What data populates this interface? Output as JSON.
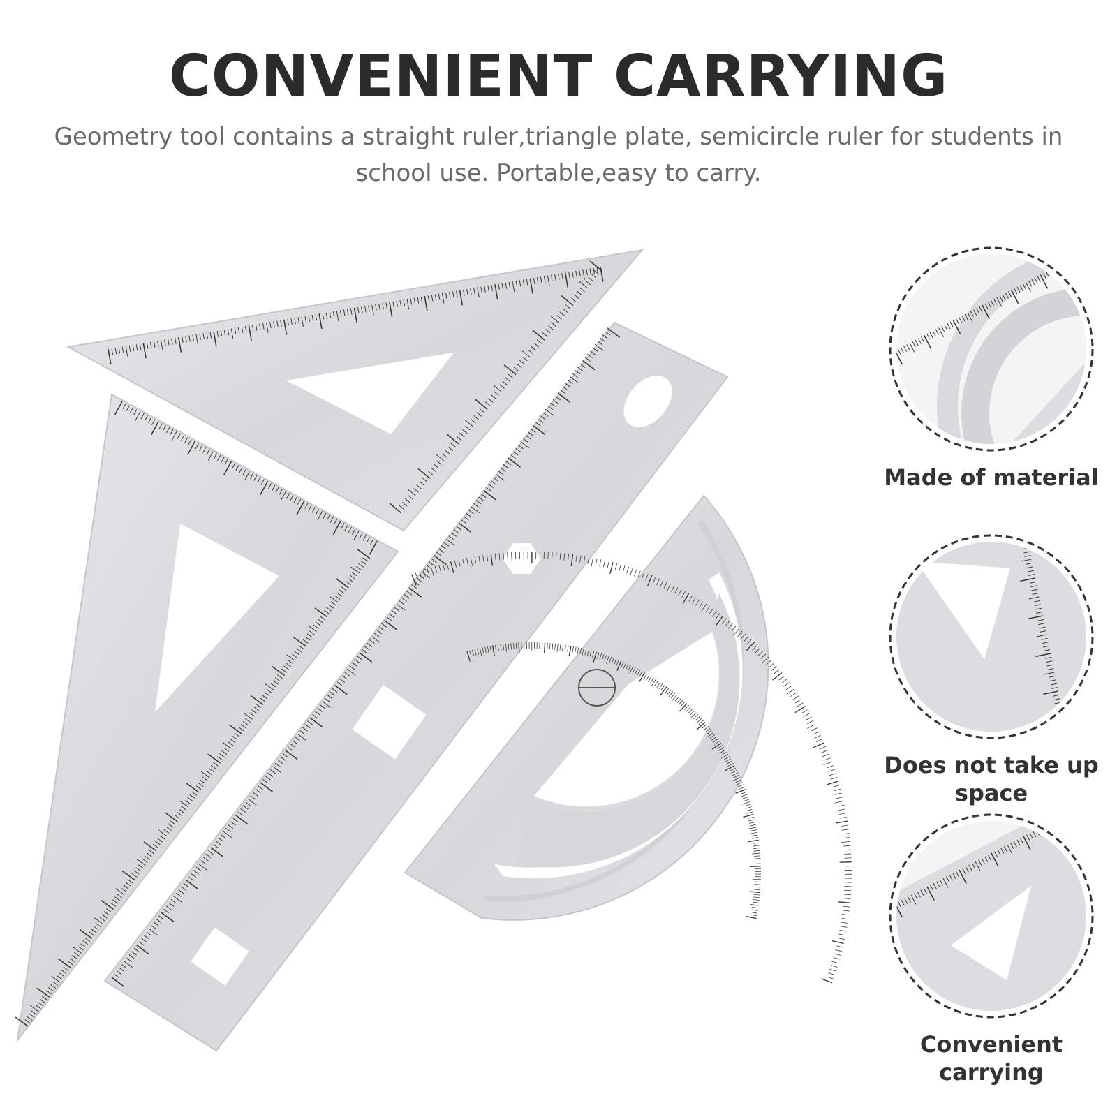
{
  "headline": "CONVENIENT CARRYING",
  "subtitle": "Geometry tool contains a straight ruler,triangle plate, semicircle ruler for students in school use. Portable,easy to carry.",
  "features": [
    {
      "label": "Made of material",
      "detail": "protractor-closeup"
    },
    {
      "label": "Does not take up space",
      "detail": "triangle-closeup"
    },
    {
      "label": "Convenient carrying",
      "detail": "ruler-closeup"
    }
  ],
  "colors": {
    "metal": "#dcdde0",
    "metal_edge": "#b9bbbf",
    "ink": "#3a3a3a",
    "text": "#2b2b2b",
    "subtext": "#6a6a6a"
  }
}
